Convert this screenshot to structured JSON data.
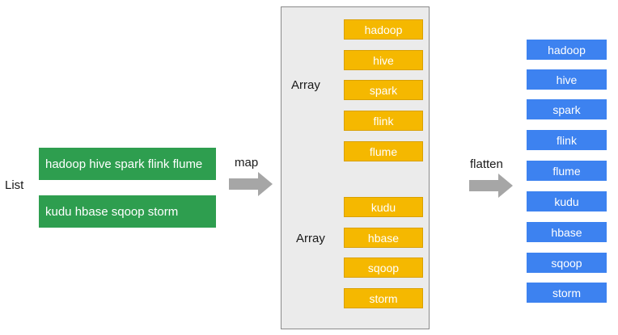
{
  "list_label": "List",
  "list_items": [
    "hadoop hive spark flink flume",
    "kudu hbase sqoop storm"
  ],
  "map_label": "map",
  "flatten_label": "flatten",
  "arrays": [
    {
      "label": "Array",
      "items": [
        "hadoop",
        "hive",
        "spark",
        "flink",
        "flume"
      ]
    },
    {
      "label": "Array",
      "items": [
        "kudu",
        "hbase",
        "sqoop",
        "storm"
      ]
    }
  ],
  "flattened": [
    "hadoop",
    "hive",
    "spark",
    "flink",
    "flume",
    "kudu",
    "hbase",
    "sqoop",
    "storm"
  ],
  "colors": {
    "list_green": "#2e9e4f",
    "array_yellow": "#f5b800",
    "flat_blue": "#3d82f0",
    "panel_gray": "#ebebeb",
    "arrow_gray": "#a6a6a6"
  }
}
